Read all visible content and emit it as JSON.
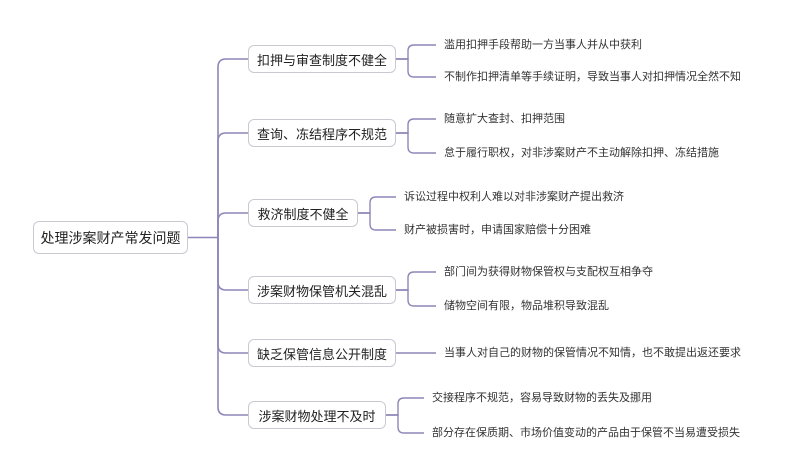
{
  "diagram": {
    "root": "处理涉案财产常发问题",
    "colors": {
      "line": "#8e86b8",
      "border": "#c9c9d4",
      "text": "#222222"
    },
    "branches": [
      {
        "label": "扣押与审查制度不健全",
        "children": [
          "滥用扣押手段帮助一方当事人并从中获利",
          "不制作扣押清单等手续证明，导致当事人对扣押情况全然不知"
        ]
      },
      {
        "label": "查询、冻结程序不规范",
        "children": [
          "随意扩大查封、扣押范围",
          "怠于履行职权，对非涉案财产不主动解除扣押、冻结措施"
        ]
      },
      {
        "label": "救济制度不健全",
        "children": [
          "诉讼过程中权利人难以对非涉案财产提出救济",
          "财产被损害时，申请国家赔偿十分困难"
        ]
      },
      {
        "label": "涉案财物保管机关混乱",
        "children": [
          "部门间为获得财物保管权与支配权互相争夺",
          "储物空间有限，物品堆积导致混乱"
        ]
      },
      {
        "label": "缺乏保管信息公开制度",
        "children": [
          "当事人对自己的财物的保管情况不知情，也不敢提出返还要求"
        ]
      },
      {
        "label": "涉案财物处理不及时",
        "children": [
          "交接程序不规范，容易导致财物的丢失及挪用",
          "部分存在保质期、市场价值变动的产品由于保管不当易遭受损失"
        ]
      }
    ]
  }
}
